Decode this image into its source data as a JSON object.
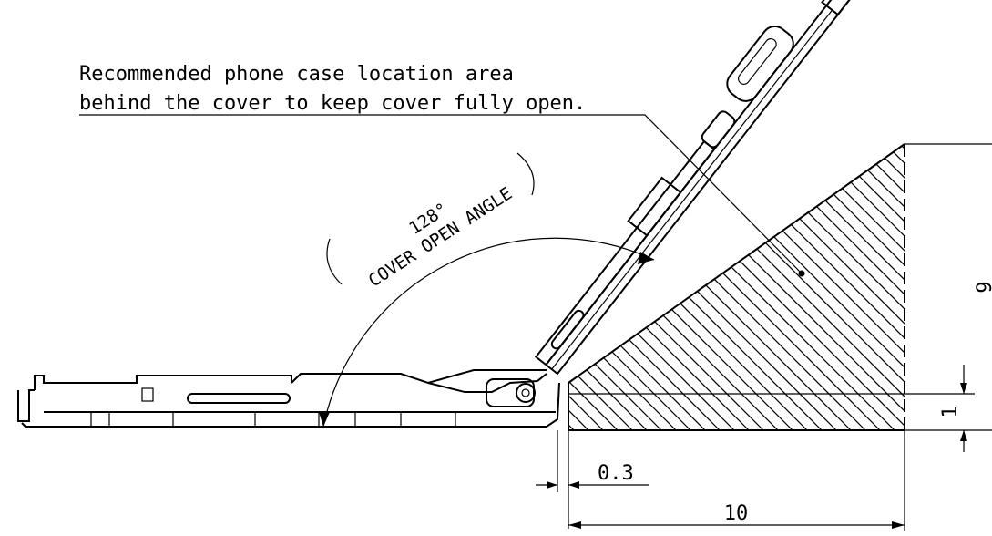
{
  "note": {
    "line1": "Recommended phone case location area",
    "line2": "behind the cover to keep cover fully open."
  },
  "angle": {
    "value": "128°",
    "label": "COVER OPEN ANGLE"
  },
  "dimensions": {
    "gap": "0.3",
    "width": "10",
    "height": "9",
    "step": "1"
  },
  "colors": {
    "line": "#000000",
    "background": "#ffffff"
  }
}
